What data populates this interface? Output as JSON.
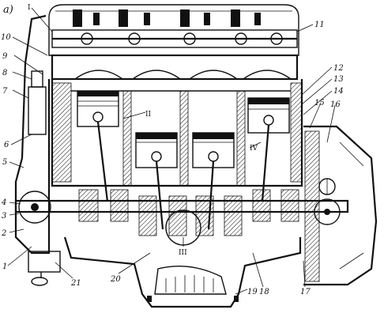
{
  "figure": {
    "panel_label": "а)",
    "callouts": {
      "c1": "1",
      "c2": "2",
      "c3": "3",
      "c4": "4",
      "c5": "5",
      "c6": "6",
      "c7": "7",
      "c8": "8",
      "c9": "9",
      "c10": "10",
      "c11": "11",
      "c12": "12",
      "c13": "13",
      "c14": "14",
      "c15": "15",
      "c16": "16",
      "c17": "17",
      "c18": "18",
      "c19": "19",
      "c20": "20",
      "c21": "21",
      "rI": "I",
      "rII": "II",
      "rIII": "III",
      "rIV": "IV"
    }
  }
}
